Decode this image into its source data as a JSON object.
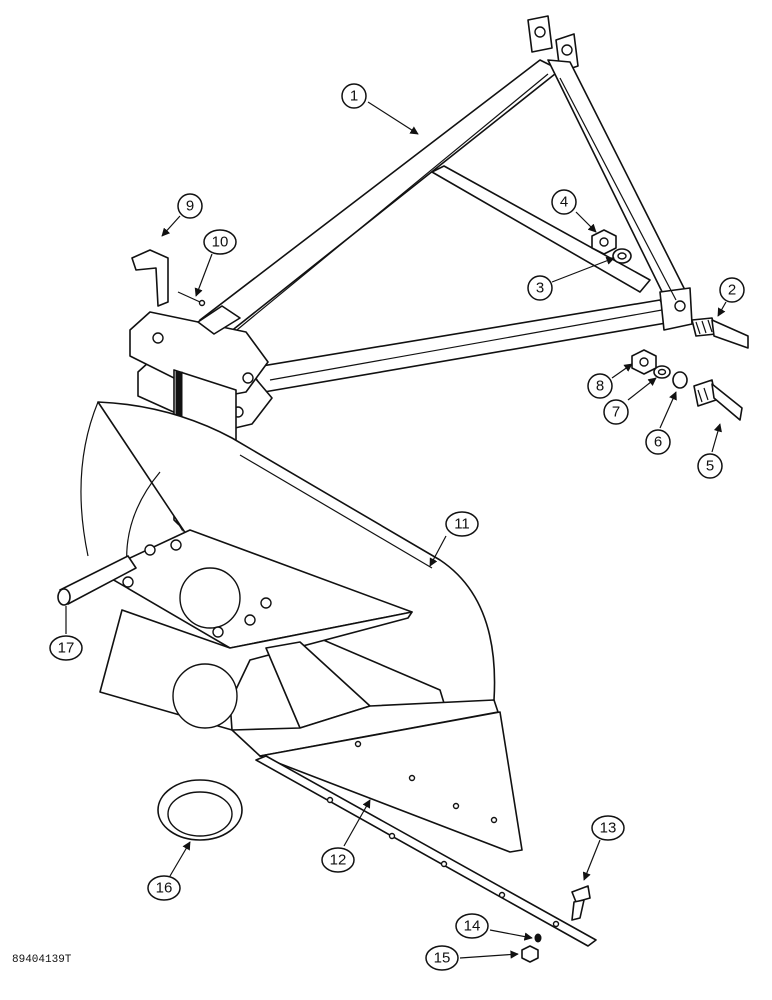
{
  "figure_id": "89404139T",
  "callouts": [
    {
      "label": "1"
    },
    {
      "label": "2"
    },
    {
      "label": "3"
    },
    {
      "label": "4"
    },
    {
      "label": "5"
    },
    {
      "label": "6"
    },
    {
      "label": "7"
    },
    {
      "label": "8"
    },
    {
      "label": "9"
    },
    {
      "label": "10"
    },
    {
      "label": "11"
    },
    {
      "label": "12"
    },
    {
      "label": "13"
    },
    {
      "label": "14"
    },
    {
      "label": "15"
    },
    {
      "label": "16"
    },
    {
      "label": "17"
    }
  ]
}
